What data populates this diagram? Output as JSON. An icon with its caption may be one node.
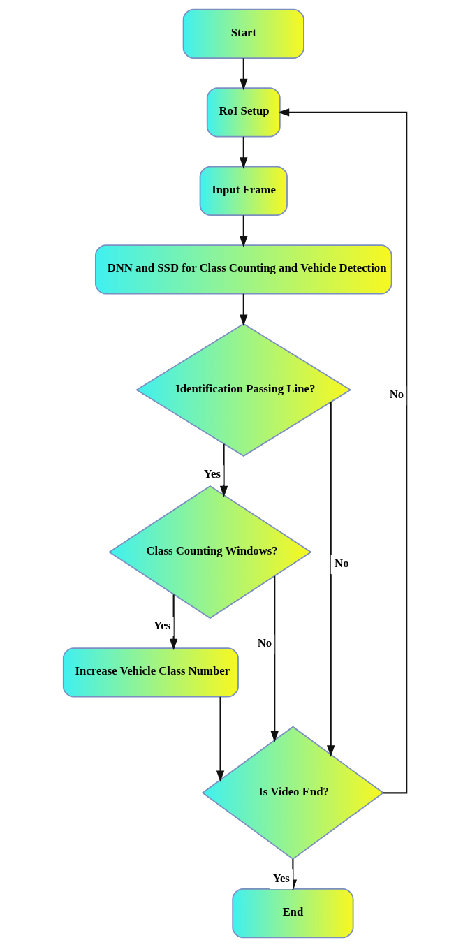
{
  "diagram": {
    "nodes": [
      {
        "text": [
          "Start"
        ]
      },
      {
        "text": [
          "RoI Setup"
        ]
      },
      {
        "text": [
          "Input Frame"
        ]
      },
      {
        "text": [
          "DNN and SSD for Class Counting and Vehicle Detection"
        ]
      },
      {
        "text": [
          "Identification Passing Line?"
        ]
      },
      {
        "text": [
          "Class Counting Windows?"
        ]
      },
      {
        "text": [
          "Increase Vehicle Class Number"
        ]
      },
      {
        "text": [
          "Is Video End?"
        ]
      },
      {
        "text": [
          "End"
        ]
      }
    ],
    "edges": [
      {
        "from": 0,
        "to": 1,
        "arrow": "to"
      },
      {
        "from": 1,
        "to": 2,
        "arrow": "to"
      },
      {
        "from": 2,
        "to": 3,
        "arrow": "to"
      },
      {
        "from": 3,
        "to": 4,
        "arrow": "to"
      },
      {
        "from": 4,
        "to": 5,
        "arrow": "to",
        "label": "Yes"
      },
      {
        "from": 4,
        "to": 7,
        "arrow": "to",
        "label": "No"
      },
      {
        "from": 5,
        "to": 6,
        "arrow": "to",
        "label": "Yes"
      },
      {
        "from": 5,
        "to": 7,
        "arrow": "to",
        "label": "No"
      },
      {
        "from": 6,
        "to": 7,
        "arrow": "to"
      },
      {
        "from": 7,
        "to": 1,
        "arrow": "to",
        "label": "No"
      },
      {
        "from": 7,
        "to": 8,
        "arrow": "to",
        "label": "Yes"
      }
    ]
  }
}
